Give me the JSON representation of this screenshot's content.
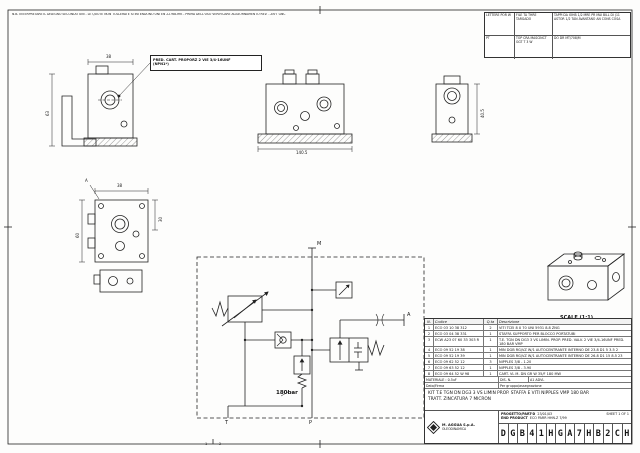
{
  "sheet": {
    "top_note": "N.B. INTERPRETARE IL DISEGNO SECONDO UNI - LE QUOTE NON TOLLERATE SI INTENDONO UNI EN 22768-mK - PRIMA DELL'USO VERIFICARE AGGIORNAMENTO REV. - ZN'T GNC",
    "scale_label": "SCALE (1:1)",
    "zone_mark_1": "1",
    "zone_mark_2": "2"
  },
  "rev_table": {
    "rows": [
      {
        "c1": "LETTERE POR W",
        "c2": "FILE TA THRE TARGADO",
        "c3": "TAPPI DA IOHB 1/2 MRE PR MAI BILL DI (11 ASTOR 1/2 TAN AVANTANO AN CONS COSA"
      },
      {
        "c1": "PT",
        "c2": "TOP CRA MASCINCT GGT T 3 W",
        "c3": "DO DR MT/708/M"
      }
    ]
  },
  "callout": {
    "line1": "PRED. CART. PROPORZ 2 VIE 3/4-16UNF",
    "line2": "(NPN1*)"
  },
  "dims": {
    "left_height": "63",
    "left_width": "38",
    "center_width": "140.5",
    "right_height": "40.5",
    "block_width": "38",
    "block_height": "60",
    "block_side": "30",
    "datum": "A"
  },
  "schematic": {
    "pressure_setting": "180bar",
    "port_top": "M",
    "port_t": "T",
    "port_p": "P",
    "port_a": "A"
  },
  "bom": {
    "headers": [
      "N.",
      "Codice",
      "Q.ta",
      "Descrizione"
    ],
    "rows": [
      {
        "n": "1",
        "code": "ECO 03 10 38 312",
        "qty": "2",
        "desc": "VITI TCEI 8 X 70 UNI 5931 8.8 ZNG"
      },
      {
        "n": "2",
        "code": "ECO 03 04 38 331",
        "qty": "1",
        "desc": "STAFFA SUPPORTO PER BLOCCO PORTATUBI"
      },
      {
        "n": "3",
        "code": "ECW A23 07 60 33 303 R",
        "qty": "1",
        "desc": "T.E. TGN DN DG3 3 VS LIMIN. PROP. PRED. VALV. 2 VIE 3/4-16UNF PRED. 180 BAR VMP"
      },
      {
        "n": "4",
        "code": "ECO 09 52 19 38",
        "qty": "1",
        "desc": "MIN DGB RG/VZ W/1 AUTOCENTRANTE INTERNO DE 23.8 D1 5 3.5 2"
      },
      {
        "n": "5",
        "code": "ECO 09 52 19 39",
        "qty": "1",
        "desc": "MIN DGB RG/VZ W/1 AUTOCENTRANTE INTERNO DE 26.8 D1 15 8.5 23"
      },
      {
        "n": "6",
        "code": "ECO 09 62 52 12",
        "qty": "3",
        "desc": "NIPPLES 3/8 - 1.20"
      },
      {
        "n": "7",
        "code": "ECO 09 63 52 12",
        "qty": "1",
        "desc": "NIPPLES 3/8 - 3.90"
      },
      {
        "n": "8",
        "code": "ECO 09 64 52 W 98",
        "qty": "1",
        "desc": "CART. VL M. DN GR W 35/F 180 MW"
      }
    ]
  },
  "material_row": {
    "material": "MATERIALE : 0.5uF",
    "dis": "DIS. N.",
    "rev": "A1 ADVL",
    "data_firma": "Data/Firma",
    "gruppo": "Per gruppo/assegnazione"
  },
  "description": {
    "line1": "KIT T.E TGN DN DG3 3 VS LIMIN PROP. STAFFA E VITI NIPPLES VMP 180 BAR",
    "line2": "TRATT. ZINCATURA 7 MICRON"
  },
  "title_block": {
    "project_label": "PROGETTO/PART-D",
    "project_date": "23/01/03",
    "product_label": "END PRODUCT",
    "product_value": "ECO PARR HHN.Z 7/99",
    "sheet_info": "SHEET 1 OF 1",
    "company": "M. AGGUA S.p.A.",
    "company_sub": "OLEODINAMICA",
    "code_chars": [
      "D",
      "G",
      "B",
      "4",
      "1",
      "H",
      "G",
      "A",
      "7",
      "H",
      "B",
      "2",
      "C",
      "H"
    ]
  }
}
